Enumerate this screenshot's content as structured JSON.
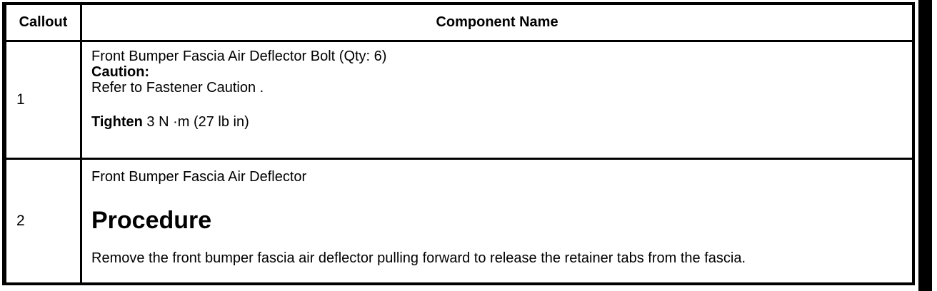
{
  "colors": {
    "border": "#000000",
    "background": "#ffffff",
    "text": "#000000"
  },
  "table": {
    "header": {
      "callout": "Callout",
      "component": "Component Name"
    },
    "rows": [
      {
        "callout": "1",
        "component_name": "Front Bumper Fascia Air Deflector Bolt (Qty: 6)",
        "caution_label": "Caution:",
        "caution_text": "Refer to Fastener Caution .",
        "tighten_label": "Tighten",
        "tighten_value": " 3 N ·m (27 lb in)"
      },
      {
        "callout": "2",
        "component_name": "Front Bumper Fascia Air Deflector",
        "procedure_heading": "Procedure",
        "procedure_text": "Remove the front bumper fascia air deflector pulling forward to release the retainer tabs from the fascia."
      }
    ]
  }
}
